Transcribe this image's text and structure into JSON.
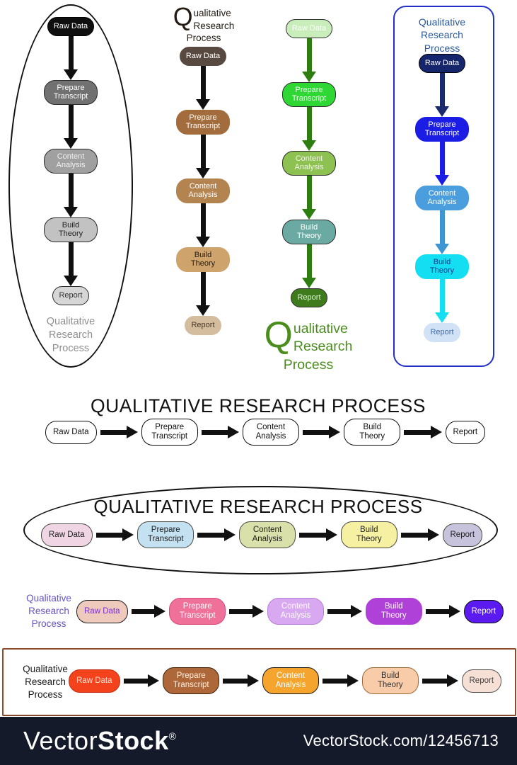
{
  "page": {
    "background": "#ffffff"
  },
  "steps": [
    "Raw Data",
    "Prepare Transcript",
    "Content Analysis",
    "Build Theory",
    "Report"
  ],
  "diagrams": {
    "grayscale": {
      "layout": "vertical",
      "title_lines": [
        "Qualitative",
        "Research",
        "Process"
      ],
      "title_color": "#8f8f8f",
      "frame_color": "#111111",
      "arrow_color": "#0f0f0f",
      "nodes": [
        {
          "label": "Raw Data",
          "bg": "#0f0f0f",
          "fg": "#ffffff",
          "border": "#000000"
        },
        {
          "label": "Prepare Transcript",
          "bg": "#717171",
          "fg": "#ffffff",
          "border": "#2a2a2a"
        },
        {
          "label": "Content Analysis",
          "bg": "#a0a0a0",
          "fg": "#f2f2f2",
          "border": "#2a2a2a"
        },
        {
          "label": "Build Theory",
          "bg": "#c2c2c2",
          "fg": "#222222",
          "border": "#2a2a2a"
        },
        {
          "label": "Report",
          "bg": "#d6d6d6",
          "fg": "#333333",
          "border": "#2a2a2a"
        }
      ]
    },
    "brown": {
      "layout": "vertical",
      "title_drop": "Q",
      "title_lines": [
        "ualitative",
        "Research",
        "Process"
      ],
      "title_color": "#241c14",
      "arrow_color": "#111111",
      "nodes": [
        {
          "label": "Raw Data",
          "bg": "#584a41",
          "fg": "#ffffff",
          "border": "#584a41"
        },
        {
          "label": "Prepare Transcript",
          "bg": "#a26c3d",
          "fg": "#ffffff",
          "border": "#a26c3d"
        },
        {
          "label": "Content Analysis",
          "bg": "#b48450",
          "fg": "#ffffff",
          "border": "#b48450"
        },
        {
          "label": "Build Theory",
          "bg": "#cfa46c",
          "fg": "#241c14",
          "border": "#cfa46c"
        },
        {
          "label": "Report",
          "bg": "#d4bc9e",
          "fg": "#453525",
          "border": "#d4bc9e"
        }
      ]
    },
    "green": {
      "layout": "vertical",
      "title_drop": "Q",
      "title_lines": [
        "ualitative",
        "Research",
        "Process"
      ],
      "title_color": "#4a8c1e",
      "arrow_color": "#2e7d10",
      "nodes": [
        {
          "label": "Raw Data",
          "bg": "#c9eebb",
          "fg": "#ffffff",
          "border": "#2f2f2f"
        },
        {
          "label": "Prepare Transcript",
          "bg": "#2fd735",
          "fg": "#fdfdfd",
          "border": "#2f2f2f"
        },
        {
          "label": "Content Analysis",
          "bg": "#8dc151",
          "fg": "#f5f5ec",
          "border": "#2f2f2f"
        },
        {
          "label": "Build Theory",
          "bg": "#6aaaa2",
          "fg": "#ffffff",
          "border": "#2f2f2f"
        },
        {
          "label": "Report",
          "bg": "#3e7b1c",
          "fg": "#e8f5e0",
          "border": "#2f2f2f"
        }
      ]
    },
    "blue": {
      "layout": "vertical",
      "title_lines": [
        "Qualitative",
        "Research",
        "Process"
      ],
      "title_color": "#2a5a9e",
      "frame_color": "#2330c8",
      "arrows": [
        "#1b2a6c",
        "#1b1ce4",
        "#3d95d2",
        "#14dff2"
      ],
      "nodes": [
        {
          "label": "Raw Data",
          "bg": "#16266c",
          "fg": "#ffffff",
          "border": "#000000"
        },
        {
          "label": "Prepare Transcript",
          "bg": "#1b1ce4",
          "fg": "#ffffff",
          "border": "#1b1ce4"
        },
        {
          "label": "Content Analysis",
          "bg": "#4a9ede",
          "fg": "#ffffff",
          "border": "#4a9ede"
        },
        {
          "label": "Build Theory",
          "bg": "#14dff2",
          "fg": "#123a8c",
          "border": "#14dff2"
        },
        {
          "label": "Report",
          "bg": "#d2e2f6",
          "fg": "#3a6ab2",
          "border": "#d2e2f6"
        }
      ]
    },
    "plain": {
      "layout": "horizontal",
      "title": "QUALITATIVE RESEARCH PROCESS",
      "title_color": "#111111",
      "arrow_color": "#111111",
      "nodes": [
        {
          "label": "Raw Data",
          "bg": "#ffffff",
          "fg": "#111111",
          "border": "#111111"
        },
        {
          "label": "Prepare Transcript",
          "bg": "#ffffff",
          "fg": "#111111",
          "border": "#111111"
        },
        {
          "label": "Content Analysis",
          "bg": "#ffffff",
          "fg": "#111111",
          "border": "#111111"
        },
        {
          "label": "Build Theory",
          "bg": "#ffffff",
          "fg": "#111111",
          "border": "#111111"
        },
        {
          "label": "Report",
          "bg": "#ffffff",
          "fg": "#111111",
          "border": "#111111"
        }
      ]
    },
    "pastel": {
      "layout": "horizontal",
      "title": "QUALITATIVE RESEARCH PROCESS",
      "title_color": "#111111",
      "frame_color": "#111111",
      "arrow_color": "#111111",
      "nodes": [
        {
          "label": "Raw Data",
          "bg": "#f0d5e5",
          "fg": "#222222",
          "border": "#4a4a42"
        },
        {
          "label": "Prepare Transcript",
          "bg": "#c3e1f1",
          "fg": "#222222",
          "border": "#4a4a42"
        },
        {
          "label": "Content Analysis",
          "bg": "#d9e0a9",
          "fg": "#222222",
          "border": "#4a4a42"
        },
        {
          "label": "Build Theory",
          "bg": "#f6f0a2",
          "fg": "#222222",
          "border": "#4a4a42"
        },
        {
          "label": "Report",
          "bg": "#c7c3dd",
          "fg": "#222222",
          "border": "#4a4a42"
        }
      ]
    },
    "purple": {
      "layout": "horizontal",
      "title_lines": [
        "Qualitative",
        "Research",
        "Process"
      ],
      "title_color": "#6752c8",
      "arrow_color": "#111111",
      "nodes": [
        {
          "label": "Raw Data",
          "bg": "#eecabd",
          "fg": "#7a2fd4",
          "border": "#1a1a1a"
        },
        {
          "label": "Prepare Transcript",
          "bg": "#ef7098",
          "fg": "#ffffff",
          "border": "#d94a78"
        },
        {
          "label": "Content Analysis",
          "bg": "#d8a8f0",
          "fg": "#ffffff",
          "border": "#b87fd8"
        },
        {
          "label": "Build Theory",
          "bg": "#af41d8",
          "fg": "#ffffff",
          "border": "#af41d8"
        },
        {
          "label": "Report",
          "bg": "#5a1af0",
          "fg": "#ffffff",
          "border": "#111111"
        }
      ]
    },
    "orange": {
      "layout": "horizontal",
      "title_lines": [
        "Qualitative",
        "Research",
        "Process"
      ],
      "title_color": "#1a1a1a",
      "frame_color": "#8b4a2b",
      "arrow_color": "#111111",
      "nodes": [
        {
          "label": "Raw Data",
          "bg": "#f4421c",
          "fg": "#ffe8e0",
          "border": "#c03010"
        },
        {
          "label": "Prepare Transcript",
          "bg": "#ae6739",
          "fg": "#ffeedd",
          "border": "#3f240e"
        },
        {
          "label": "Content Analysis",
          "bg": "#f5a52d",
          "fg": "#ffffff",
          "border": "#1a1a1a"
        },
        {
          "label": "Build Theory",
          "bg": "#f8cba9",
          "fg": "#333333",
          "border": "#9a6a3a"
        },
        {
          "label": "Report",
          "bg": "#f6dfd4",
          "fg": "#444444",
          "border": "#555555"
        }
      ]
    }
  },
  "watermark": {
    "brand_regular": "Vector",
    "brand_bold": "Stock",
    "registered": "®",
    "site_ref": "VectorStock.com/12456713",
    "bar_color": "#151a2b",
    "text_color": "#ffffff"
  }
}
